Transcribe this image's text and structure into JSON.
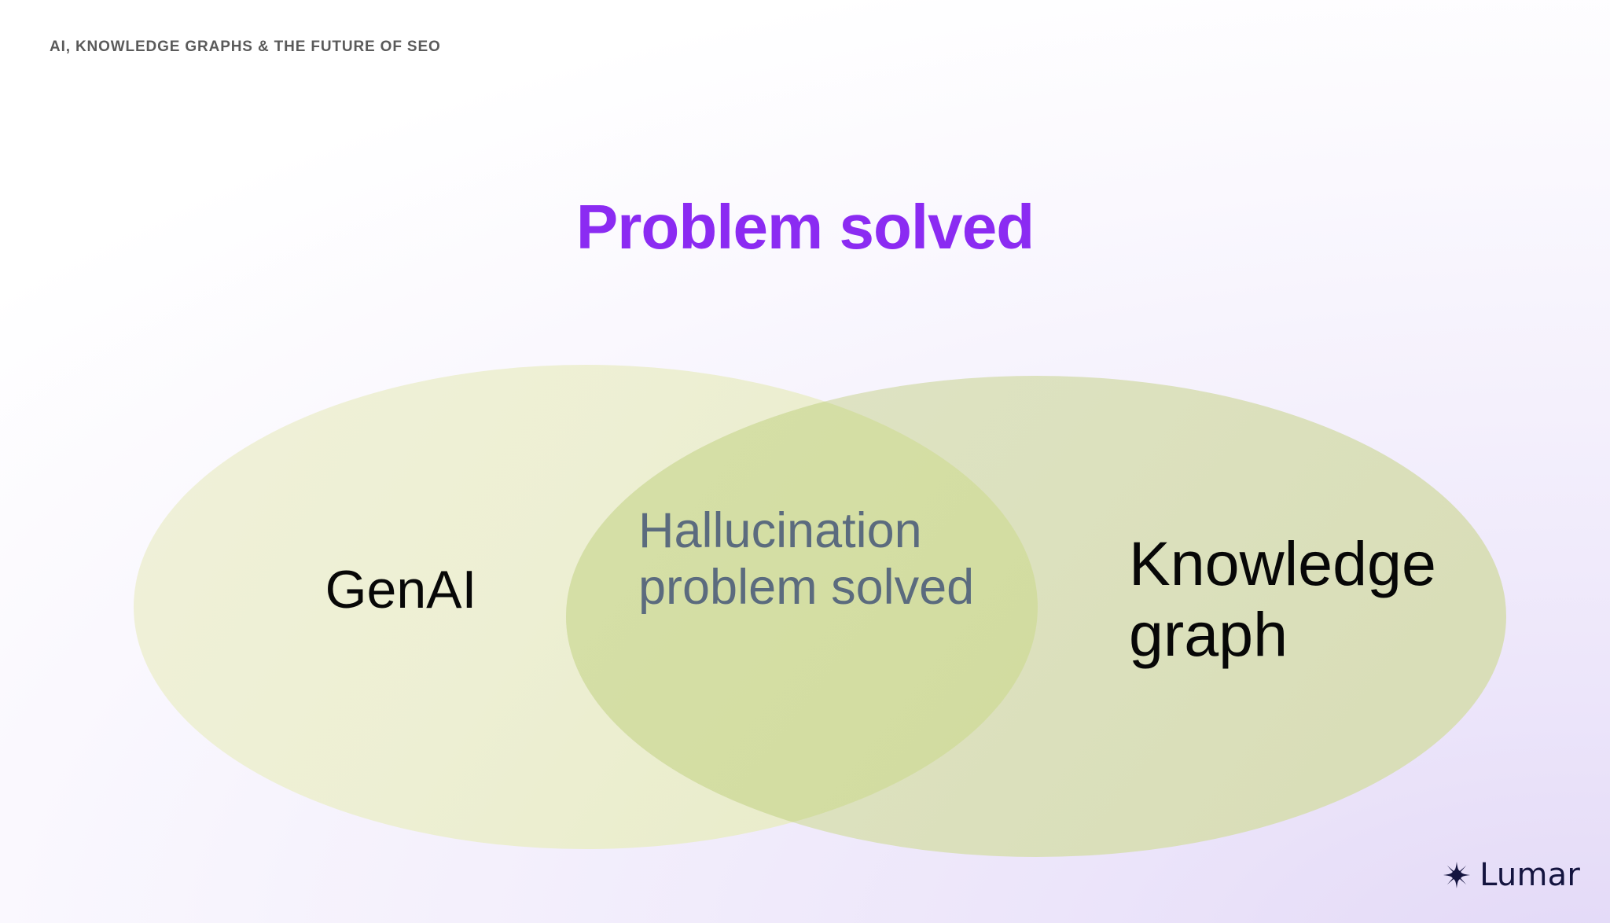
{
  "slide": {
    "eyebrow": "AI, KNOWLEDGE GRAPHS & THE FUTURE OF SEO",
    "headline": "Problem solved",
    "background_start": "#ffffff",
    "background_end": "#e9e0f8",
    "headline_color": "#8b2bf2",
    "eyebrow_color": "#5a5a5a"
  },
  "venn": {
    "type": "venn",
    "left": {
      "label": "GenAI",
      "fill": "#edefd3",
      "text_color": "#070707"
    },
    "right": {
      "label": "Knowledge\ngraph",
      "fill": "#dce1be",
      "text_color": "#070707"
    },
    "overlap": {
      "label": "Hallucination\nproblem solved",
      "fill": "#d3dda2",
      "text_color": "#5b6b7e"
    }
  },
  "logo": {
    "mark": "lumar-star-icon",
    "wordmark": "Lumar",
    "color": "#14143f"
  }
}
